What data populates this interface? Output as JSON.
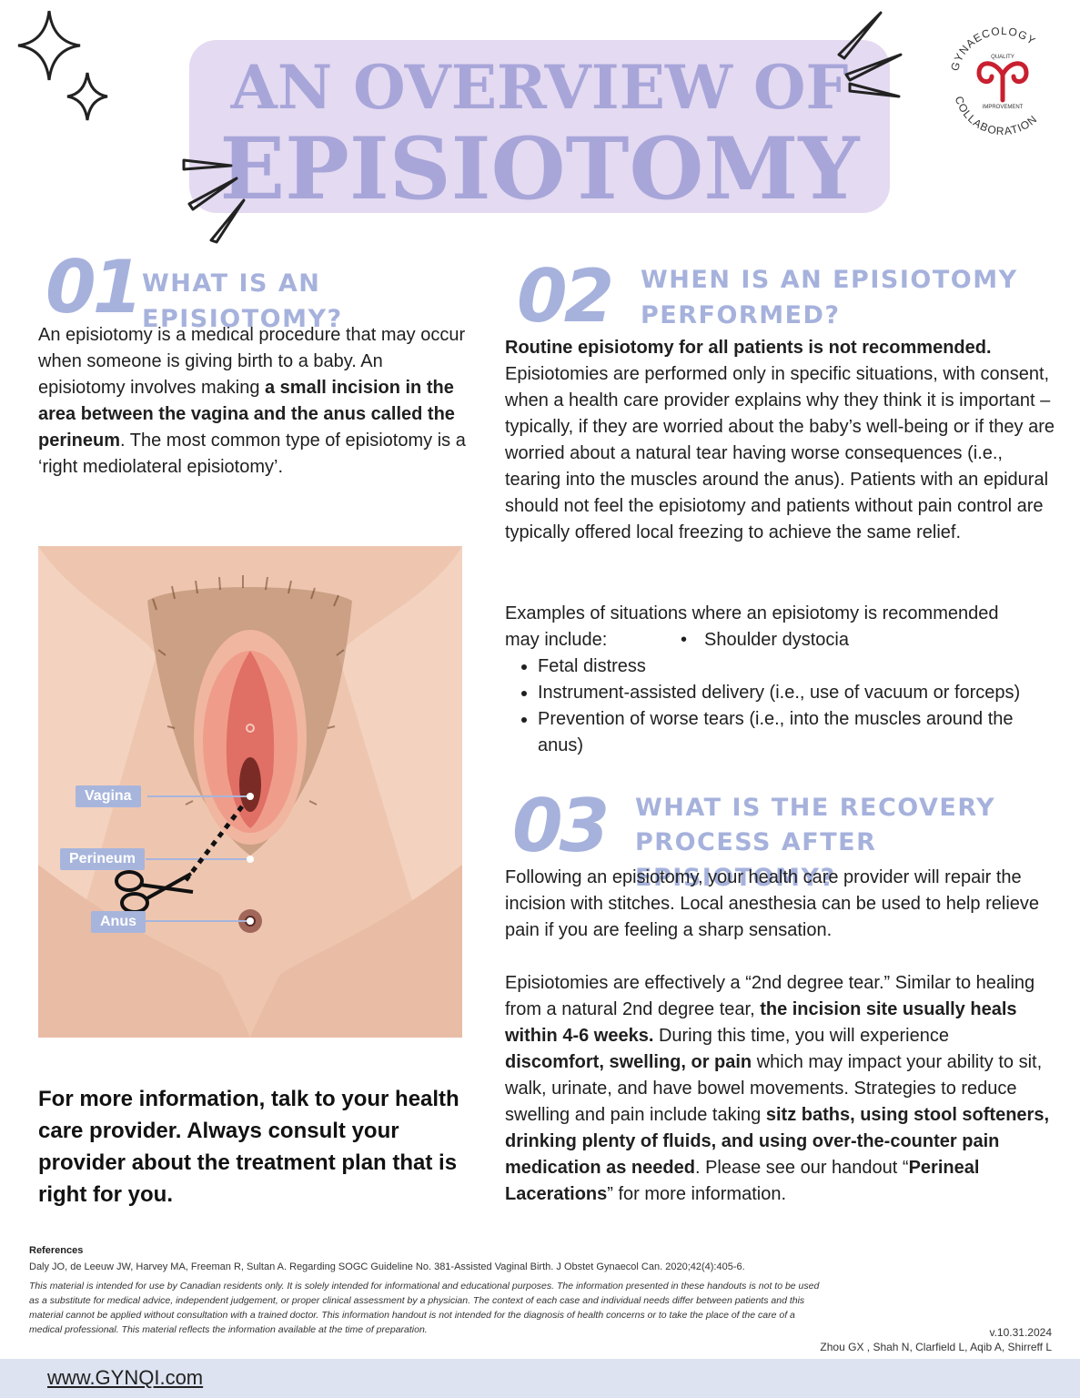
{
  "title": {
    "line1": "AN OVERVIEW OF",
    "line2": "EPISIOTOMY"
  },
  "logo": {
    "top_text": "GYNAECOLOGY",
    "small_top": "QUALITY",
    "small_bottom": "IMPROVEMENT",
    "bottom_text": "COLLABORATION",
    "icon": "uterus-icon",
    "color": "#c8202f"
  },
  "section1": {
    "number": "01",
    "heading": "WHAT IS AN EPISIOTOMY?",
    "p1": "An episiotomy is a medical procedure that may occur when someone is giving birth to a baby. An episiotomy involves making ",
    "p1_bold": "a small incision in the area between the vagina and the anus called the perineum",
    "p1_end": ". The most common type of episiotomy is a ‘right mediolateral episiotomy’."
  },
  "illustration": {
    "labels": {
      "vagina": "Vagina",
      "perineum": "Perineum",
      "anus": "Anus"
    },
    "icon": "scissors-icon"
  },
  "closing": "For more information, talk to your health care provider. Always consult your provider about the treatment plan that is right for you.",
  "section2": {
    "number": "02",
    "heading_line1": "WHEN IS AN EPISIOTOMY",
    "heading_line2": "PERFORMED?",
    "bold_intro": "Routine episiotomy for all patients is not recommended.",
    "p1": "Episiotomies are performed only in specific situations, with consent, when a health care provider explains why they think it is important – typically, if they are worried about the baby’s well-being or if they are worried about a natural tear having worse consequences (i.e., tearing into the muscles around the anus). Patients with an epidural should not feel the episiotomy and patients without pain control are typically offered local freezing to achieve the same relief.",
    "examples_intro_1": "Examples of situations where an episiotomy is recommended",
    "examples_intro_2": "may include:",
    "inline_item": "Shoulder dystocia",
    "items": [
      "Fetal distress",
      "Instrument-assisted delivery (i.e., use of vacuum or forceps)",
      "Prevention of worse tears (i.e., into the muscles around the anus)"
    ]
  },
  "section3": {
    "number": "03",
    "heading_line1": "WHAT IS THE RECOVERY",
    "heading_line2": "PROCESS AFTER EPISIOTOMY?",
    "p1": "Following an episiotomy, your health care provider will repair the incision with stitches. Local anesthesia can be used to help relieve pain if you are feeling a sharp sensation.",
    "p2_a": "Episiotomies are effectively a “2nd degree tear.” Similar to healing from a natural 2nd degree tear, ",
    "p2_b": "the incision site usually heals within 4-6 weeks.",
    "p2_c": " During this time, you will experience ",
    "p2_d": "discomfort, swelling, or pain",
    "p2_e": " which may impact your ability to sit, walk, urinate, and have bowel movements. Strategies to reduce swelling and pain include taking ",
    "p2_f": "sitz baths, using stool softeners, drinking plenty of fluids, and using over-the-counter pain medication as needed",
    "p2_g": ". Please see our handout “",
    "p2_h": "Perineal Lacerations",
    "p2_i": "” for more information."
  },
  "references": {
    "heading": "References",
    "citation": "Daly JO, de Leeuw JW, Harvey MA, Freeman R, Sultan A. Regarding SOGC Guideline No. 381-Assisted Vaginal Birth. J Obstet Gynaecol Can. 2020;42(4):405-6.",
    "disclaimer": "This material is intended for use by Canadian residents only. It is solely intended for informational and educational purposes. The information presented in these handouts is not to be used as a substitute for medical advice, independent judgement, or proper clinical assessment by a physician. The context of each case and individual needs differ between patients and this material cannot be applied without consultation with a trained doctor. This information handout is not intended for the diagnosis of health concerns or to take the place of the care of a medical professional. This material reflects the information available at the time of preparation."
  },
  "version": "v.10.31.2024",
  "authors": "Zhou GX , Shah N, Clarfield L, Aqib A, Shirreff L",
  "website": "www.GYNQI.com",
  "colors": {
    "title_box": "#e4daf1",
    "accent": "#a6b2dc",
    "skin": "#eec6b0",
    "footer": "#dde3f0"
  }
}
